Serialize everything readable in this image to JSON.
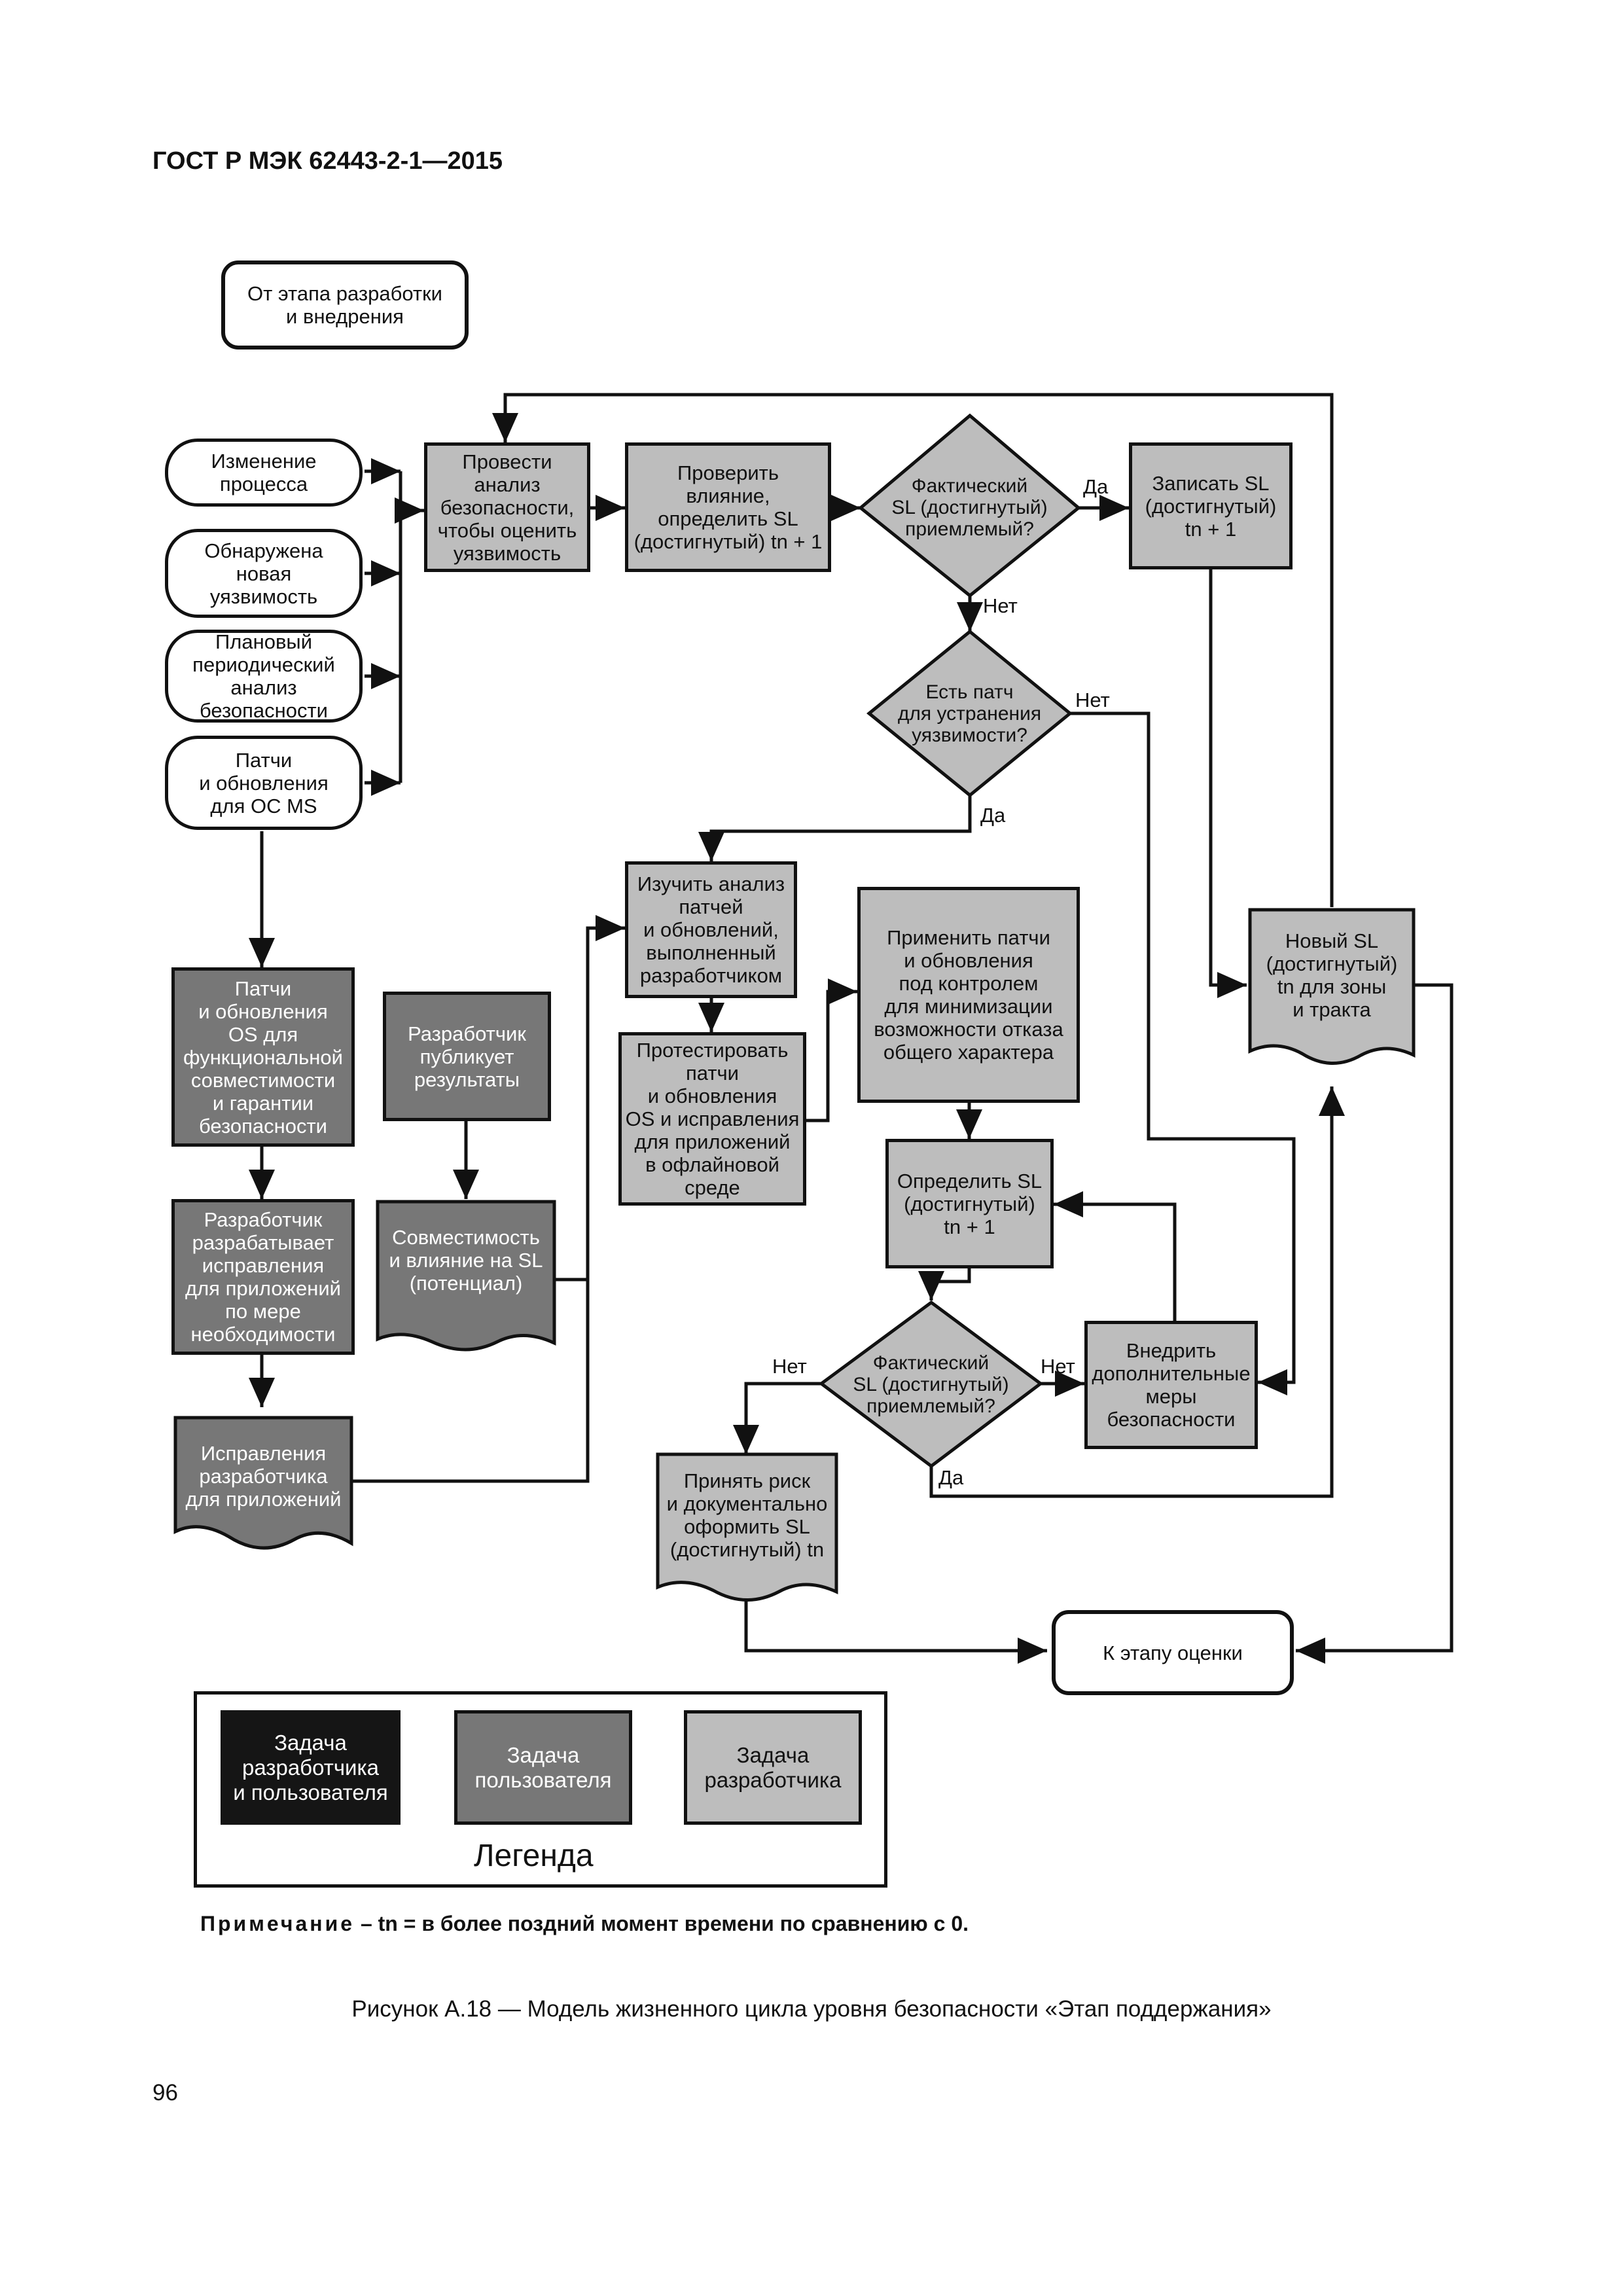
{
  "header": {
    "standard": "ГОСТ Р МЭК 62443-2-1—2015"
  },
  "nodes": {
    "from_dev": "От этапа разработки\nи внедрения",
    "process_change": "Изменение\nпроцесса",
    "new_vuln": "Обнаружена\nновая\nуязвимость",
    "periodic": "Плановый\nпериодический\nанализ\nбезопасности",
    "patches_os": "Патчи\nи обновления\nдля ОС MS",
    "analyze": "Провести\nанализ\nбезопасности,\nчтобы оценить\nуязвимость",
    "check_impact": "Проверить\nвлияние,\nопределить SL\n(достигнутый) tn + 1",
    "actual_sl_1": "Фактический\nSL (достигнутый)\nприемлемый?",
    "record_sl": "Записать SL\n(достигнутый)\ntn + 1",
    "patch_exists": "Есть патч\nдля устранения\nуязвимости?",
    "study_patches": "Изучить анализ\nпатчей\nи обновлений,\nвыполненный\nразработчиком",
    "test_patches": "Протестировать\nпатчи\nи обновления\nOS и исправления\nдля приложений\nв офлайновой\nсреде",
    "apply_patches": "Применить патчи\nи обновления\nпод контролем\nдля минимизации\nвозможности отказа\nобщего характера",
    "determine_sl": "Определить SL\n(достигнутый)\ntn + 1",
    "actual_sl_2": "Фактический\nSL (достигнутый)\nприемлемый?",
    "extra_measures": "Внедрить\nдополнительные\nмеры\nбезопасности",
    "accept_risk": "Принять риск\nи документально\nоформить SL\n(достигнутый) tn",
    "new_sl": "Новый SL\n(достигнутый)\ntn для зоны\nи тракта",
    "os_compat": "Патчи\nи обновления\nOS для\nфункциональной\nсовместимости\nи гарантии\nбезопасности",
    "dev_publishes": "Разработчик\nпубликует\nрезультаты",
    "dev_fixes": "Разработчик\nразрабатывает\nисправления\nдля приложений\nпо мере\nнеобходимости",
    "compat_sl": "Совместимость\nи влияние на SL\n(потенциал)",
    "dev_app_fixes": "Исправления\nразработчика\nдля приложений",
    "to_assessment": "К этапу оценки"
  },
  "edge_labels": {
    "yes_1": "Да",
    "no_1": "Нет",
    "no_2": "Нет",
    "yes_2": "Да",
    "no_left": "Нет",
    "no_right": "Нет",
    "yes_3": "Да"
  },
  "legend": {
    "title": "Легенда",
    "items": [
      {
        "label": "Задача\nразработчика\nи пользователя",
        "color": "#151515"
      },
      {
        "label": "Задача\nпользователя",
        "color": "#777777"
      },
      {
        "label": "Задача\nразработчика",
        "color": "#bdbdbd"
      }
    ]
  },
  "note": {
    "prefix": "Примечание",
    "text": " – tn = в более поздний момент времени по сравнению с 0."
  },
  "caption": "Рисунок А.18 — Модель жизненного цикла уровня безопасности «Этап поддержания»",
  "page_number": "96"
}
